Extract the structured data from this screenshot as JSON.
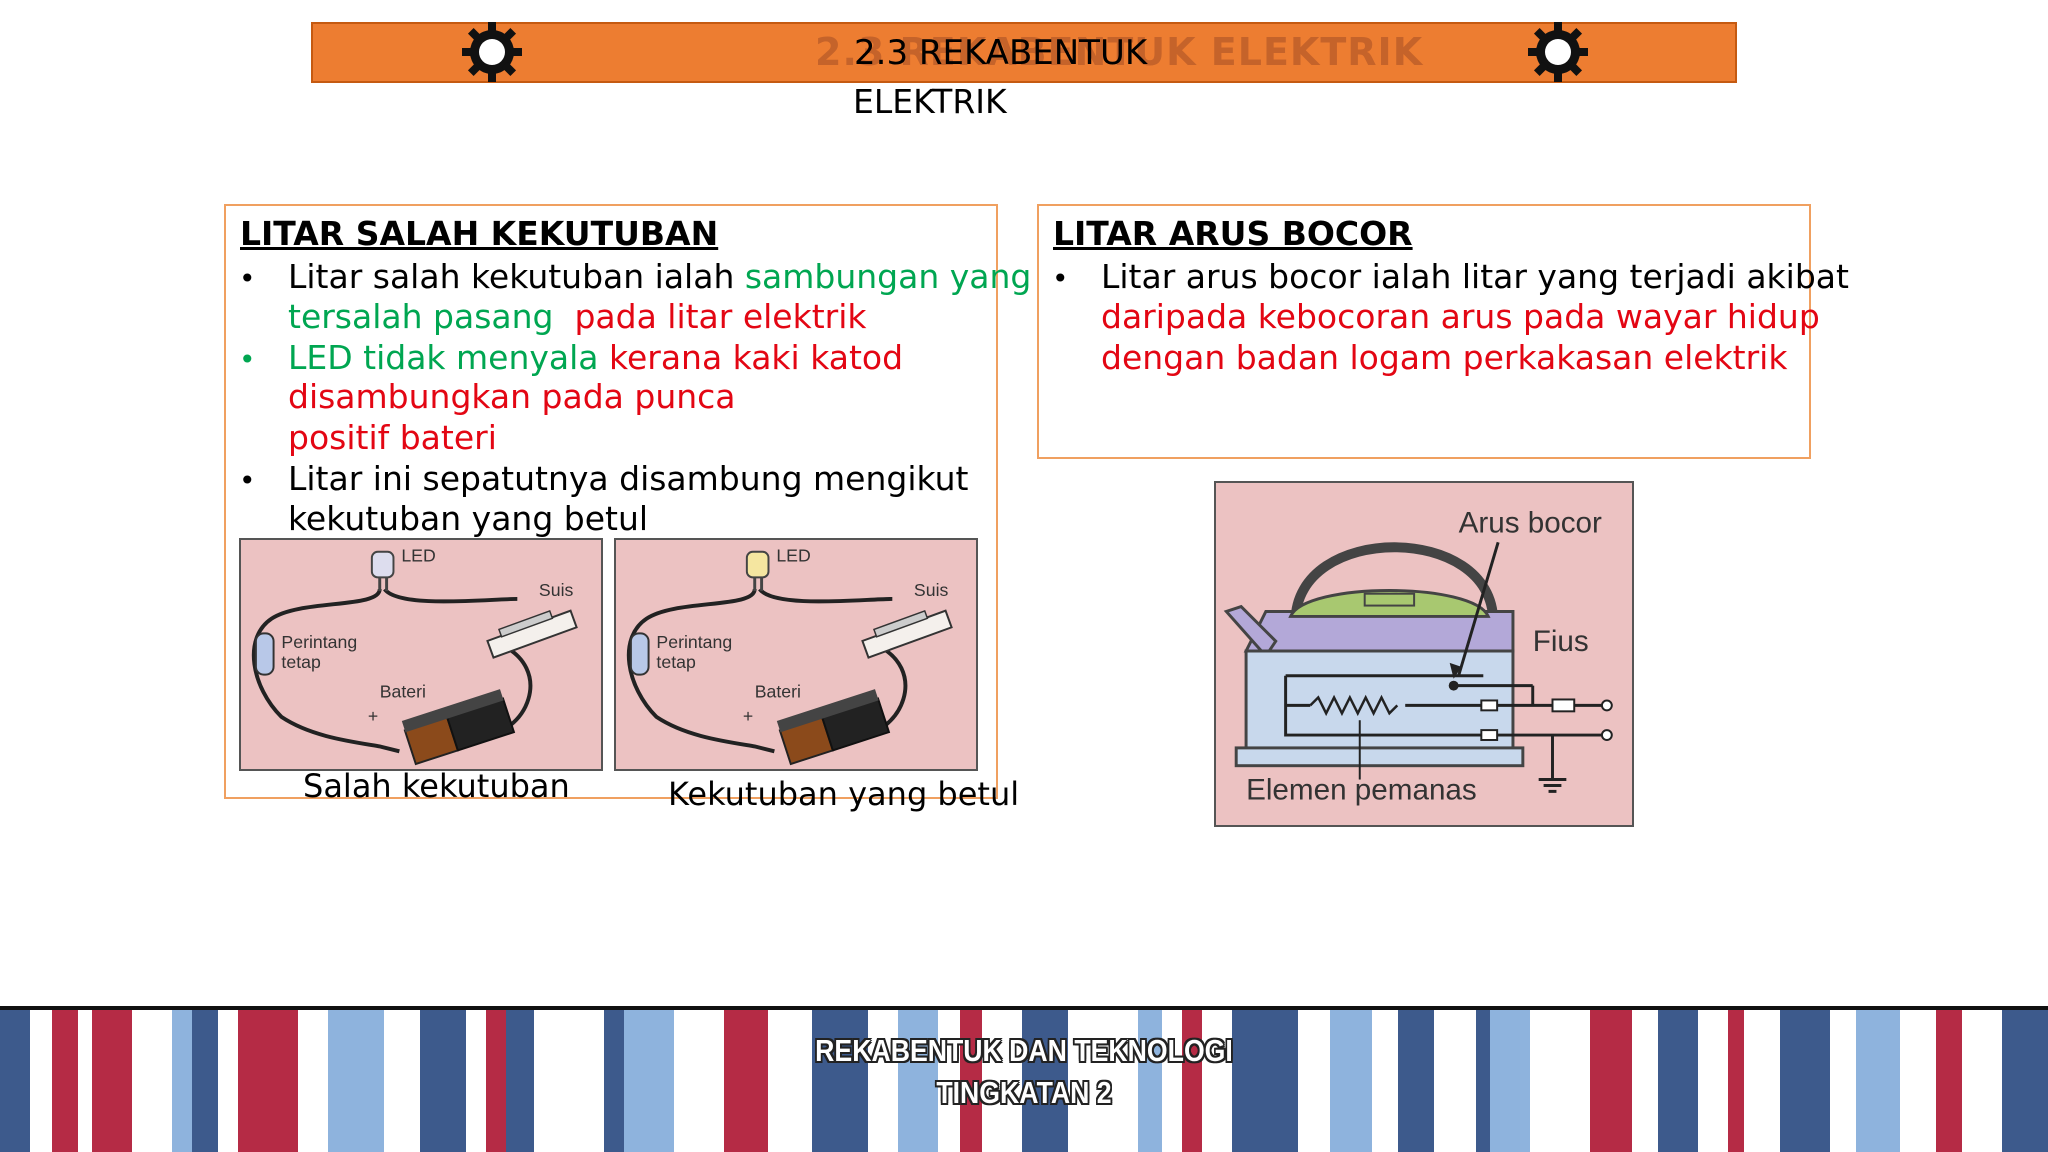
{
  "header": {
    "title_ghost": "2.3 REKABENTUK ELEKTRIK",
    "title_line1": "2.3  REKABENTUK",
    "title_line2": "ELEKTRIK",
    "gear_icon": "gear-icon",
    "bar_color": "#ed7d31"
  },
  "left_panel": {
    "heading": "LITAR SALAH KEKUTUBAN",
    "bullet1": {
      "black": "Litar salah kekutuban ialah ",
      "green_a": "sambungan yang",
      "green_b": "tersalah pasang",
      "red": "pada litar elektrik"
    },
    "bullet2": {
      "green": "LED tidak menyala ",
      "red_a": "kerana kaki katod",
      "red_b": "disambungkan pada punca",
      "red_c": "positif bateri"
    },
    "bullet3": {
      "line1": "Litar ini sepatutnya disambung mengikut",
      "line2": "kekutuban yang betul"
    },
    "figure1": {
      "led": "LED",
      "suis": "Suis",
      "perintang1": "Perintang",
      "perintang2": "tetap",
      "bateri": "Bateri",
      "plus": "+",
      "caption": "Salah kekutuban"
    },
    "figure2": {
      "led": "LED",
      "suis": "Suis",
      "perintang1": "Perintang",
      "perintang2": "tetap",
      "bateri": "Bateri",
      "plus": "+",
      "caption": "Kekutuban yang betul"
    }
  },
  "right_panel": {
    "heading": "LITAR ARUS BOCOR",
    "bullet1": {
      "black": "Litar arus bocor ialah litar yang terjadi akibat",
      "red_a": "daripada kebocoran arus pada wayar hidup",
      "red_b": "dengan badan logam perkakasan elektrik"
    },
    "figure": {
      "arus_bocor": "Arus bocor",
      "fius": "Fius",
      "elemen": "Elemen pemanas"
    }
  },
  "footer": {
    "line1": "REKABENTUK DAN TEKNOLOGI",
    "line2": "TINGKATAN 2"
  },
  "colors": {
    "green": "#00a651",
    "red": "#e30613",
    "panel_border": "#f0a060"
  }
}
